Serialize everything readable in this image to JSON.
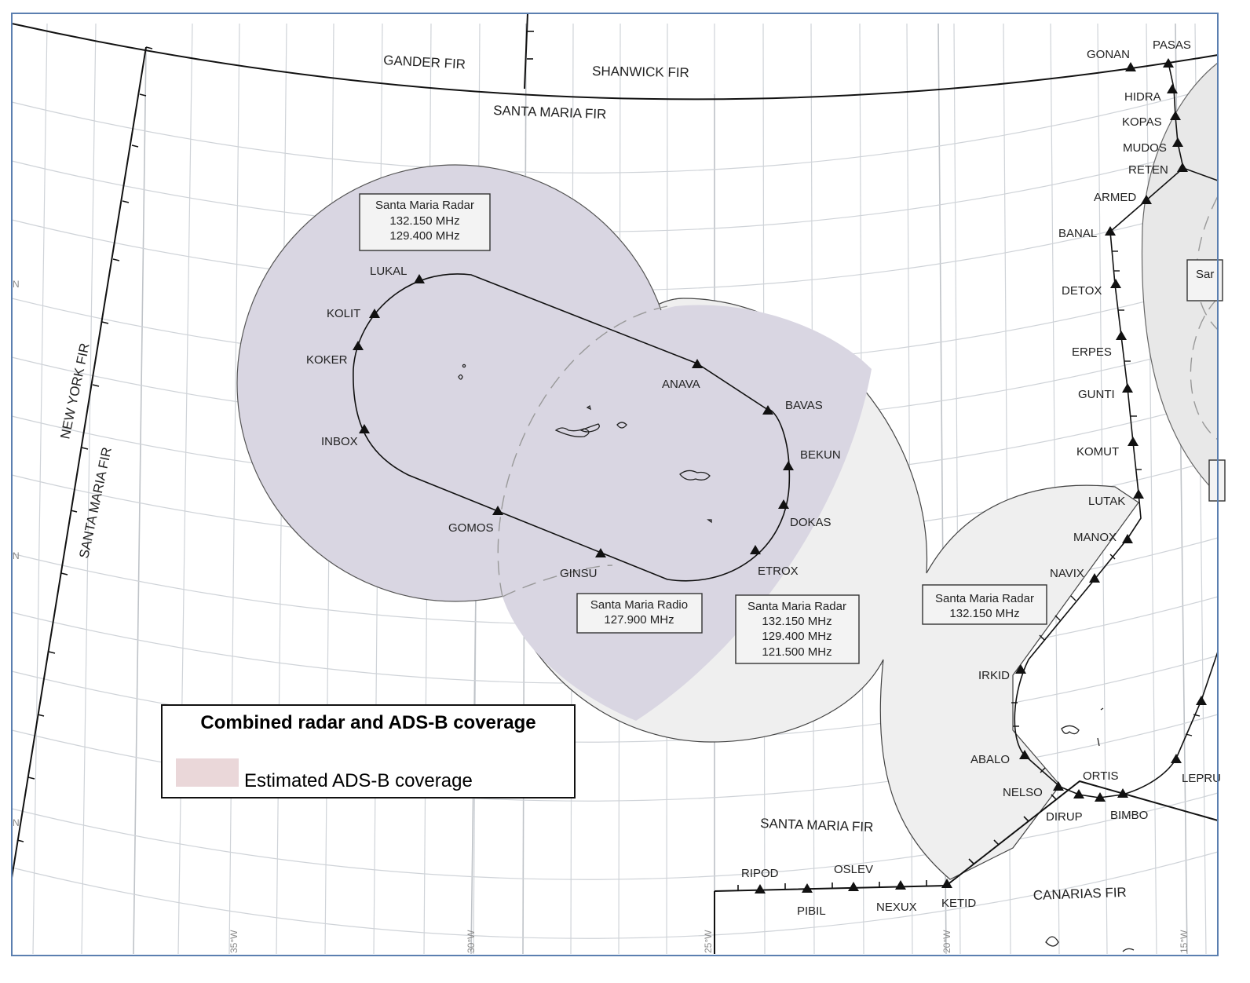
{
  "fir_labels": {
    "gander": "GANDER FIR",
    "shanwick": "SHANWICK FIR",
    "santa_maria_top": "SANTA MARIA FIR",
    "new_york": "NEW YORK FIR",
    "santa_maria_left": "SANTA MARIA FIR",
    "santa_maria_bottom": "SANTA MARIA FIR",
    "canarias": "CANARIAS FIR"
  },
  "longitude_labels": [
    "35°W",
    "30°W",
    "25°W",
    "20°W",
    "15°W"
  ],
  "latitude_labels": [
    "N",
    "N",
    "N"
  ],
  "fixes_azores": [
    "LUKAL",
    "KOLIT",
    "KOKER",
    "INBOX",
    "GOMOS",
    "GINSU",
    "ANAVA",
    "BAVAS",
    "BEKUN",
    "DOKAS",
    "ETROX"
  ],
  "fixes_east": [
    "GONAN",
    "PASAS",
    "HIDRA",
    "KOPAS",
    "MUDOS",
    "RETEN",
    "ARMED",
    "BANAL",
    "DETOX",
    "ERPES",
    "GUNTI",
    "KOMUT",
    "LUTAK",
    "MANOX",
    "NAVIX",
    "IRKID",
    "ABALO",
    "NELSO",
    "DIRUP",
    "ORTIS",
    "BIMBO",
    "LEPRU"
  ],
  "fixes_south": [
    "RIPOD",
    "PIBIL",
    "OSLEV",
    "NEXUX",
    "KETID"
  ],
  "boxes": {
    "radar_nw": [
      "Santa Maria Radar",
      "132.150 MHz",
      "129.400 MHz"
    ],
    "radio": [
      "Santa Maria Radio",
      "127.900 MHz"
    ],
    "radar_se": [
      "Santa Maria Radar",
      "132.150 MHz",
      "129.400 MHz",
      "121.500 MHz"
    ],
    "radar_madeira": [
      "Santa Maria Radar",
      "132.150 MHz"
    ],
    "edge_partial": "Sar"
  },
  "legend": {
    "title": "Combined radar and ADS-B coverage",
    "item_label": "Estimated ADS-B coverage",
    "swatch_color": "#ead7d9"
  },
  "colors": {
    "radar_coverage": "#d9d6e2",
    "adsb_coverage": "#efefef",
    "grid": "#cfd3d8",
    "route": "#111111",
    "frame": "#5b7fb0"
  }
}
